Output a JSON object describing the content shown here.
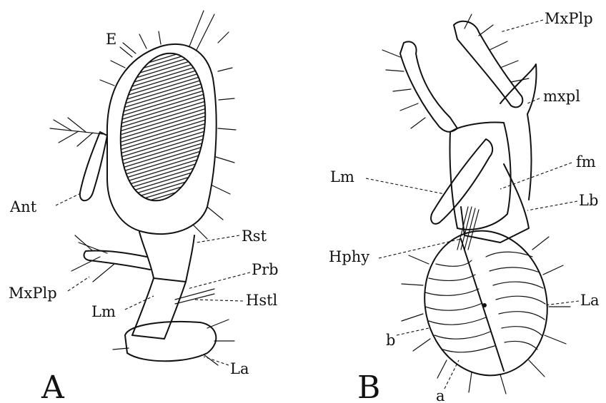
{
  "panel_a": {
    "letter": "A",
    "labels": {
      "e": "E",
      "ant": "Ant",
      "mxplp": "MxPlp",
      "lm": "Lm",
      "rst": "Rst",
      "prb": "Prb",
      "hstl": "Hstl",
      "la": "La"
    }
  },
  "panel_b": {
    "letter": "B",
    "labels": {
      "mxplp": "MxPlp",
      "mxpl": "mxpl",
      "fm": "fm",
      "lm": "Lm",
      "lb": "Lb",
      "hphy": "Hphy",
      "la": "La",
      "b": "b",
      "a": "a"
    }
  }
}
